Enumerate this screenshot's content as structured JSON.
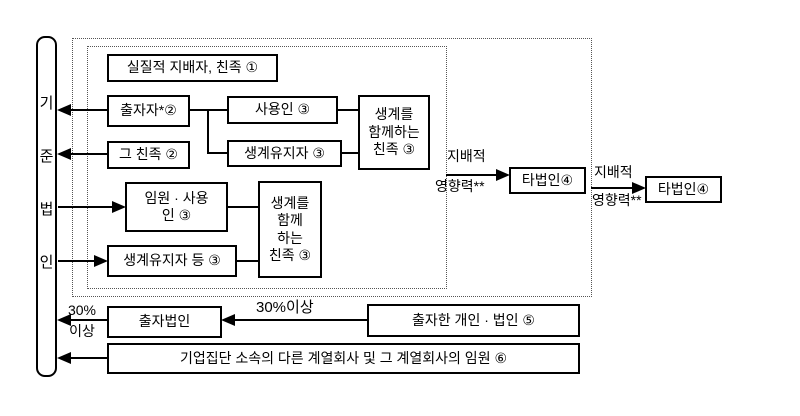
{
  "diagram": {
    "base": {
      "chars": [
        "기",
        "준",
        "법",
        "인"
      ]
    },
    "boxes": {
      "substantial": "실질적 지배자, 친족 ①",
      "investor": "출자자*②",
      "employee": "사용인 ③",
      "family_a_lines": [
        "생계를",
        "함께하는",
        "친족 ③"
      ],
      "that_relative": "그 친족 ②",
      "livelihood": "생계유지자 ③",
      "officer_lines": [
        "임원 · 사용",
        "인 ③"
      ],
      "family_b_lines": [
        "생계를",
        "함께",
        "하는",
        "친족 ③"
      ],
      "livelihood_etc": "생계유지자 등 ③",
      "other_corp_1": "타법인④",
      "other_corp_2": "타법인④",
      "invested_corp": "출자법인",
      "invested_entity": "출자한 개인 · 법인 ⑤",
      "affiliate_bar": "기업집단 소속의 다른 계열회사 및 그 계열회사의 임원 ⑥"
    },
    "labels": {
      "dominant_influence_1": {
        "top": "지배적",
        "bottom": "영향력**"
      },
      "dominant_influence_2": {
        "top": "지배적",
        "bottom": "영향력**"
      },
      "pct_left": {
        "line1": "30%",
        "line2": "이상"
      },
      "pct_mid": "30%이상"
    },
    "colors": {
      "line": "#000000",
      "background": "#ffffff"
    }
  }
}
